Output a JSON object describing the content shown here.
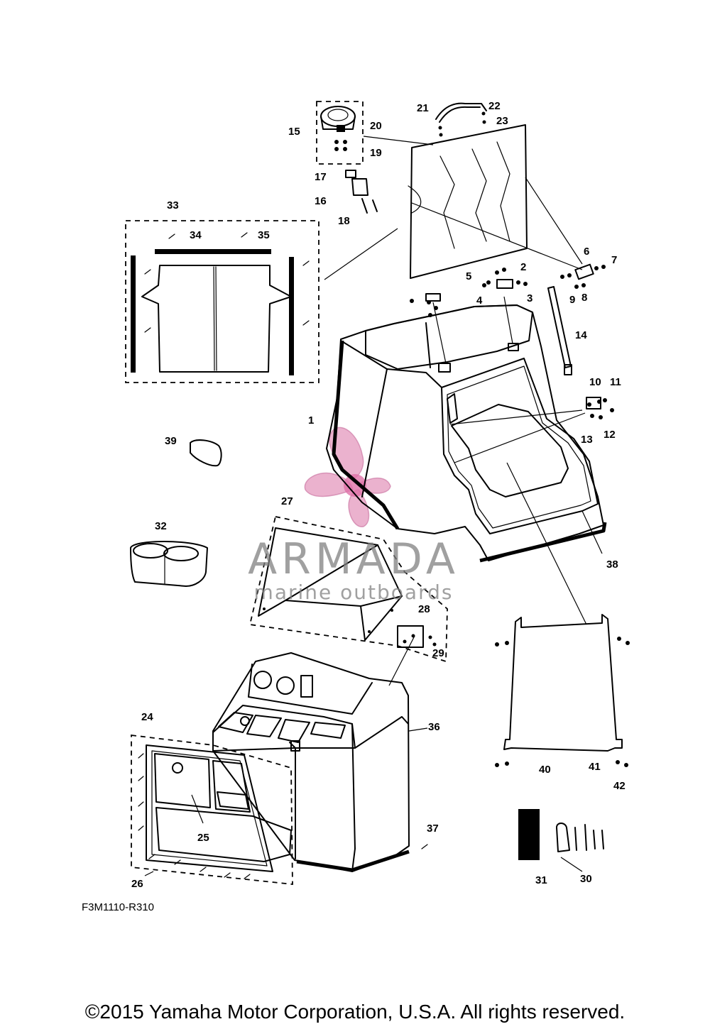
{
  "diagram": {
    "drawing_code": "F3M1110-R310",
    "copyright": "©2015 Yamaha Motor Corporation, U.S.A. All rights reserved.",
    "watermark": {
      "brand": "ARMADA",
      "tagline": "marine outboards",
      "colors": {
        "logo": "#e8a5c6",
        "text": "#808080"
      }
    },
    "callouts": [
      "1",
      "2",
      "3",
      "4",
      "5",
      "6",
      "7",
      "8",
      "9",
      "10",
      "11",
      "12",
      "13",
      "14",
      "15",
      "16",
      "17",
      "18",
      "19",
      "20",
      "21",
      "22",
      "23",
      "24",
      "25",
      "26",
      "27",
      "28",
      "29",
      "30",
      "31",
      "32",
      "33",
      "34",
      "35",
      "36",
      "37",
      "38",
      "39",
      "40",
      "41",
      "42"
    ]
  }
}
